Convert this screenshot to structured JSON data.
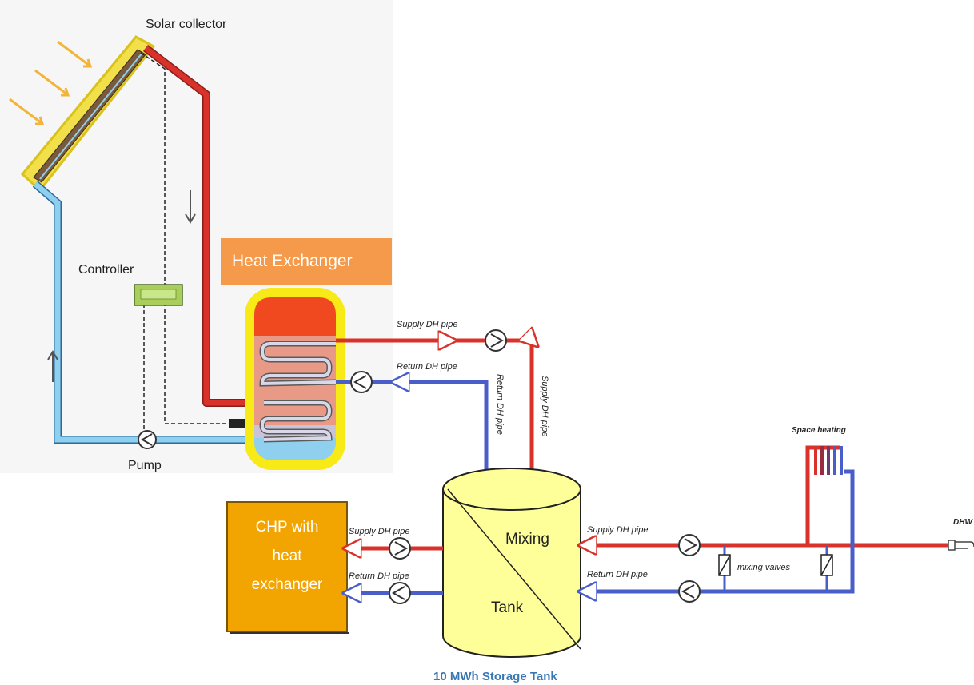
{
  "labels": {
    "solar_collector": "Solar collector",
    "controller": "Controller",
    "pump": "Pump",
    "heat_exchanger": "Heat Exchanger",
    "supply_top": "Supply DH pipe",
    "return_top": "Return DH pipe",
    "return_vertical": "Return DH pipe",
    "supply_vertical": "Supply DH pipe",
    "chp_line1": "CHP with",
    "chp_line2": "heat",
    "chp_line3": "exchanger",
    "supply_left": "Supply DH pipe",
    "return_left": "Return DH pipe",
    "mixing": "Mixing",
    "tank": "Tank",
    "storage_caption": "10 MWh Storage Tank",
    "supply_right": "Supply DH pipe",
    "return_right": "Return DH pipe",
    "mixing_valves": "mixing valves",
    "space_heating": "Space heating",
    "dhw": "DHW"
  },
  "colors": {
    "supply": "#d8322a",
    "return": "#4a5ec9",
    "solar_return": "#8fd0ef",
    "collector_frame": "#e7d23a",
    "heat_exchanger_box": "#f59a4a",
    "chp_box": "#f2a400",
    "tank_fill": "#ffff9a",
    "controller": "#a9cf5a",
    "caption": "#3a78b5"
  }
}
